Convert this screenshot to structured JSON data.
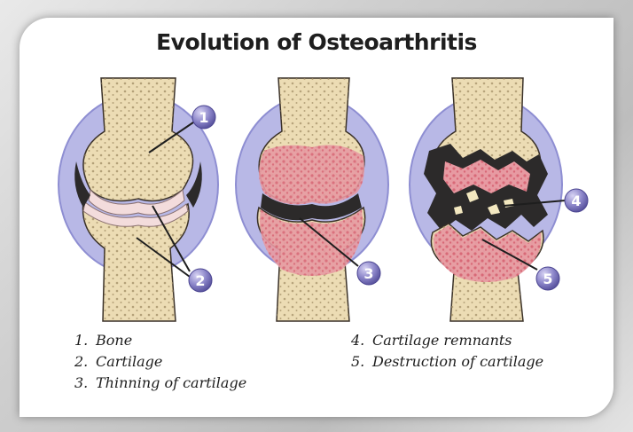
{
  "title": "Evolution of Osteoarthritis",
  "markers": {
    "m1": "1",
    "m2": "2",
    "m3": "3",
    "m4": "4",
    "m5": "5"
  },
  "legend": {
    "left": [
      {
        "num": "1.",
        "label": "Bone"
      },
      {
        "num": "2.",
        "label": "Cartilage"
      },
      {
        "num": "3.",
        "label": "Thinning of cartilage"
      }
    ],
    "right": [
      {
        "num": "4.",
        "label": "Cartilage remnants"
      },
      {
        "num": "5.",
        "label": "Destruction of cartilage"
      }
    ]
  },
  "colors": {
    "bone": "#ecdcb4",
    "bone_dots": "#a08c64",
    "capsule": "#b8b8e6",
    "capsule_edge": "#8e8ed2",
    "cartilage": "#f3dcdc",
    "inflamed": "#e79aa2",
    "dark_gap": "#2c2a2a",
    "marker": "#8a84c8"
  }
}
